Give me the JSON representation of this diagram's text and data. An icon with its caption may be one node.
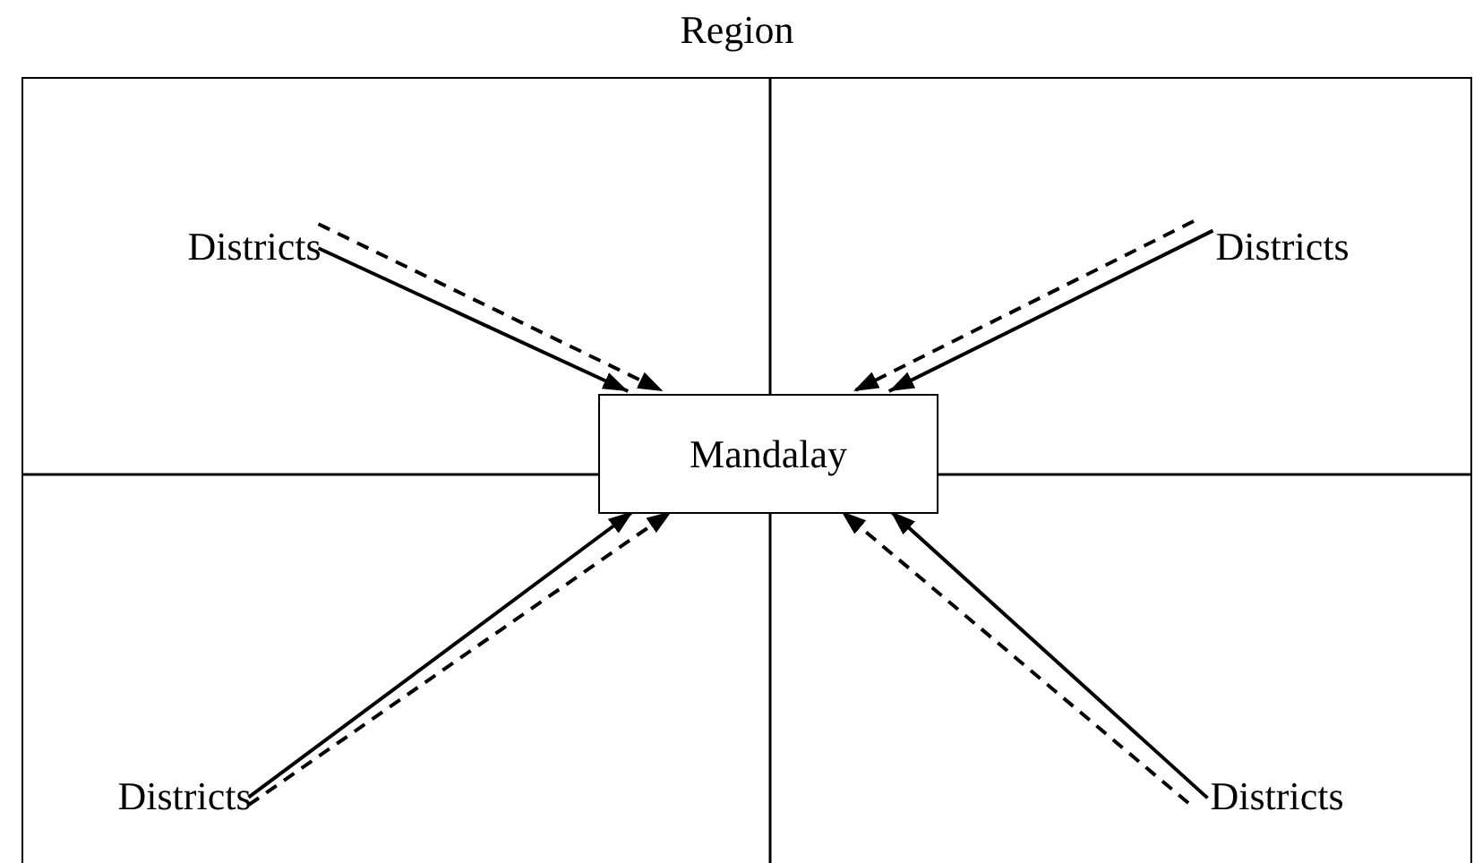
{
  "diagram": {
    "nodes": [
      {
        "text": [
          "Region"
        ]
      },
      {
        "text": [
          "Districts"
        ],
        "in": 0
      },
      {
        "text": [
          "Districts"
        ],
        "in": 0
      },
      {
        "text": [
          "Mandalay"
        ],
        "in": 0
      },
      {
        "text": [
          "Districts"
        ],
        "in": 0
      },
      {
        "text": [
          "Districts"
        ],
        "in": 0
      }
    ],
    "edges": [
      {
        "from": 1,
        "to": 3,
        "arrow": "to"
      },
      {
        "from": 1,
        "to": 3,
        "arrow": "to",
        "style": "dashed"
      },
      {
        "from": 2,
        "to": 3,
        "arrow": "to"
      },
      {
        "from": 2,
        "to": 3,
        "arrow": "to",
        "style": "dashed"
      },
      {
        "from": 4,
        "to": 3,
        "arrow": "to"
      },
      {
        "from": 4,
        "to": 3,
        "arrow": "to",
        "style": "dashed"
      },
      {
        "from": 5,
        "to": 3,
        "arrow": "to"
      },
      {
        "from": 5,
        "to": 3,
        "arrow": "to",
        "style": "dashed"
      }
    ]
  }
}
